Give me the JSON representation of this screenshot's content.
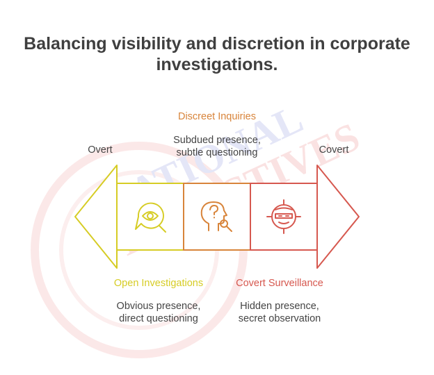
{
  "title": {
    "line1": "Balancing visibility and discretion in corporate",
    "line2": "investigations."
  },
  "ends": {
    "left": "Overt",
    "right": "Covert"
  },
  "stages": [
    {
      "heading": "Open Investigations",
      "desc_line1": "Obvious presence,",
      "desc_line2": "direct questioning",
      "icon": "eye-magnifier-icon"
    },
    {
      "heading": "Discreet Inquiries",
      "desc_line1": "Subdued presence,",
      "desc_line2": "subtle questioning",
      "icon": "head-question-icon"
    },
    {
      "heading": "Covert Surveillance",
      "desc_line1": "Hidden presence,",
      "desc_line2": "secret observation",
      "icon": "masked-target-icon"
    }
  ],
  "watermark": {
    "line1": "NATIONAL",
    "line2": "DETECTIVES"
  },
  "colors": {
    "title": "#3f3f3f",
    "text": "#444444",
    "left": "#d6cc24",
    "middle": "#d8843a",
    "right": "#d6584f",
    "watermark_red": "#f7c9c9",
    "watermark_blue": "#c9cdef"
  }
}
